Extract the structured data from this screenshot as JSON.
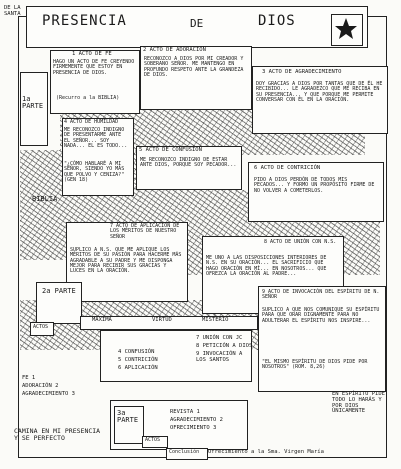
{
  "header": {
    "corner_label": "DE LA SANTA",
    "title_word1": "PRESENCIA",
    "title_word2": "DE",
    "title_word3": "DIOS"
  },
  "parts": {
    "first": "1a PARTE",
    "second": "2a PARTE",
    "third": "3a PARTE"
  },
  "side": {
    "biblia": "BIBLIA",
    "actos_a": "ACTOS",
    "actos_b": "ACTOS"
  },
  "acto_fe": {
    "title": "1 ACTO DE FE",
    "body": "HAGO UN ACTO DE FE CREYENDO FIRMEMENTE QUE ESTOY EN PRESENCIA DE DIOS.",
    "note": "(Recurro a la BIBLIA)"
  },
  "acto_adoracion": {
    "title": "2 ACTO DE ADORACIÓN",
    "body": "RECONOZCO A DIOS POR MI CREADOR Y SOBERANO SEÑOR. ME MANTENGO EN PROFUNDO RESPETO ANTE LA GRANDEZA DE DIOS."
  },
  "acto_agradecimiento": {
    "title": "3 ACTO DE AGRADECIMIENTO",
    "body": "DOY GRACIAS A DIOS POR TANTAS QUE DE ÉL HE RECIBIDO... LE AGRADEZCO QUE ME RECIBA EN SU PRESENCIA... Y QUE PORQUE ME PERMITE CONVERSAR CON ÉL EN LA ORACIÓN."
  },
  "acto_humildad": {
    "title": "4 ACTO DE HUMILDAD",
    "body": "ME RECONOZCO INDIGNO DE PRESENTARME ANTE EL SEÑOR... SOY NADA... EL ES TODO...",
    "quote": "\"¿CÓMO HABLARÉ A MI SEÑOR, SIENDO YO MÁS QUE POLVO Y CENIZA?\" (GEN 18)"
  },
  "acto_confusion": {
    "title": "5 ACTO DE CONFUSIÓN",
    "body": "ME RECONOZCO INDIGNO DE ESTAR ANTE DIOS, PORQUE SOY PECADOR..."
  },
  "acto_contricion": {
    "title": "6 ACTO DE CONTRICIÓN",
    "body": "PIDO A DIOS PERDÓN DE TODOS MIS PECADOS... Y FORMO UN PROPÓSITO FIRME DE NO VOLVER A COMETERLOS."
  },
  "acto_aplicacion": {
    "title": "7 ACTO DE APLICACIÓN DE LOS MÉRITOS DE NUESTRO SEÑOR",
    "body": "SUPLICO A N.S. QUE ME APLIQUE LOS MÉRITOS DE SU PASIÓN PARA HACERME MÁS AGRADABLE A SU PADRE Y ME DISPONGA MEJOR PARA RECIBIR SUS GRACIAS Y LUCES EN LA ORACIÓN."
  },
  "acto_union": {
    "title": "8 ACTO DE UNIÓN CON N.S.",
    "body": "ME UNO A LAS DISPOSICIONES INTERIORES DE N.S. EN SU ORACIÓN... EL SACRIFICIO QUE HAGO ORACIÓN EN MÍ... EN NOSOTROS... QUE OFREZCA LA ORACIÓN AL PADRE..."
  },
  "acto_invocacion": {
    "title": "9 ACTO DE INVOCACIÓN DEL ESPÍRITU DE N. SEÑOR",
    "body": "SUPLICO A QUE NOS COMUNIQUE SU ESPÍRITU PARA QUE ORAR DIGNAMENTE PARA NO ADULTERAR EL ESPÍRITU NOS INSPIRE...",
    "quote": "\"EL MISMO ESPÍRITU DE DIOS PIDE POR NOSOTROS\" (ROM. 8,26)"
  },
  "banner": {
    "a": "MÁXIMA",
    "b": "VIRTUD",
    "c": "MISTERIO"
  },
  "part2_list": {
    "col1": [
      "4 CONFUSIÓN",
      "5 CONTRICIÓN",
      "6 APLICACIÓN"
    ],
    "col2": [
      "7 UNIÓN CON JC",
      "8 PETICIÓN A DIOS",
      "9 INVOCACIÓN A LOS SANTOS"
    ]
  },
  "part1_list": [
    "FE 1",
    "ADORACIÓN 2",
    "AGRADECIMIENTO 3"
  ],
  "part3_list": [
    "REVISTA 1",
    "AGRADECIMIENTO 2",
    "OFRECIMIENTO 3"
  ],
  "footer": {
    "left": "CAMINA EN MI PRESENCIA Y SE PERFECTO",
    "conclusion_label": "Conclusión",
    "conclusion_text": "Ofrecimiento a la Sma. Virgen María",
    "right": "EN ESPÍRITU PIDE TODO LO HARÁS Y POR DIOS ÚNICAMENTE"
  }
}
